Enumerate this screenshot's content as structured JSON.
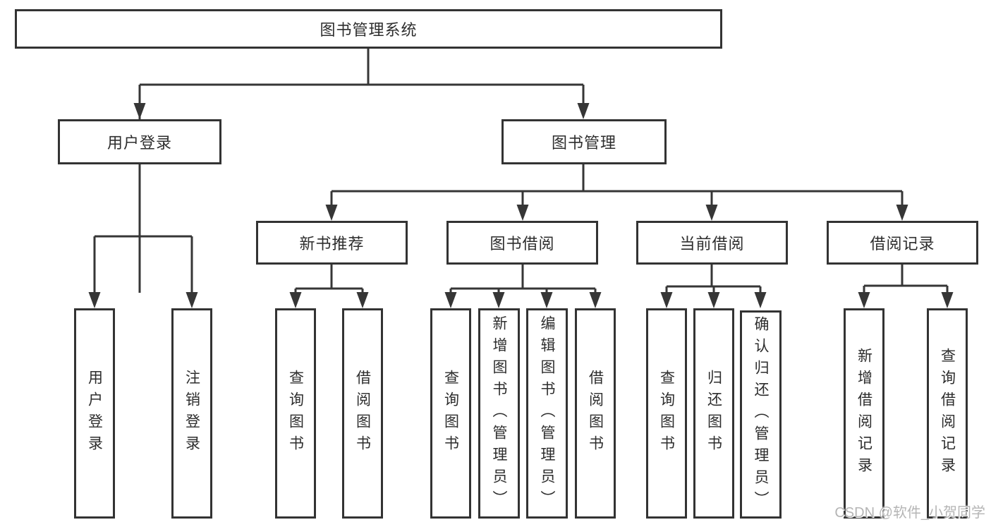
{
  "tree": {
    "label": "图书管理系统",
    "children": [
      {
        "label": "用户登录",
        "children": [
          {
            "label": "用户登录"
          },
          {
            "label": "注销登录"
          }
        ]
      },
      {
        "label": "图书管理",
        "children": [
          {
            "label": "新书推荐",
            "children": [
              {
                "label": "查询图书"
              },
              {
                "label": "借阅图书"
              }
            ]
          },
          {
            "label": "图书借阅",
            "children": [
              {
                "label": "查询图书"
              },
              {
                "label": "新增图书（管理员）"
              },
              {
                "label": "编辑图书（管理员）"
              },
              {
                "label": "借阅图书"
              }
            ]
          },
          {
            "label": "当前借阅",
            "children": [
              {
                "label": "查询图书"
              },
              {
                "label": "归还图书"
              },
              {
                "label": "确认归还（管理员）"
              }
            ]
          },
          {
            "label": "借阅记录",
            "children": [
              {
                "label": "新增借阅记录"
              },
              {
                "label": "查询借阅记录"
              }
            ]
          }
        ]
      }
    ]
  },
  "watermark": "CSDN @软件_小贺同学",
  "colors": {
    "line": "#363636",
    "border": "#333333",
    "text": "#2d2d2d",
    "watermark_text": "#b5b5b5",
    "background": "#ffffff"
  }
}
